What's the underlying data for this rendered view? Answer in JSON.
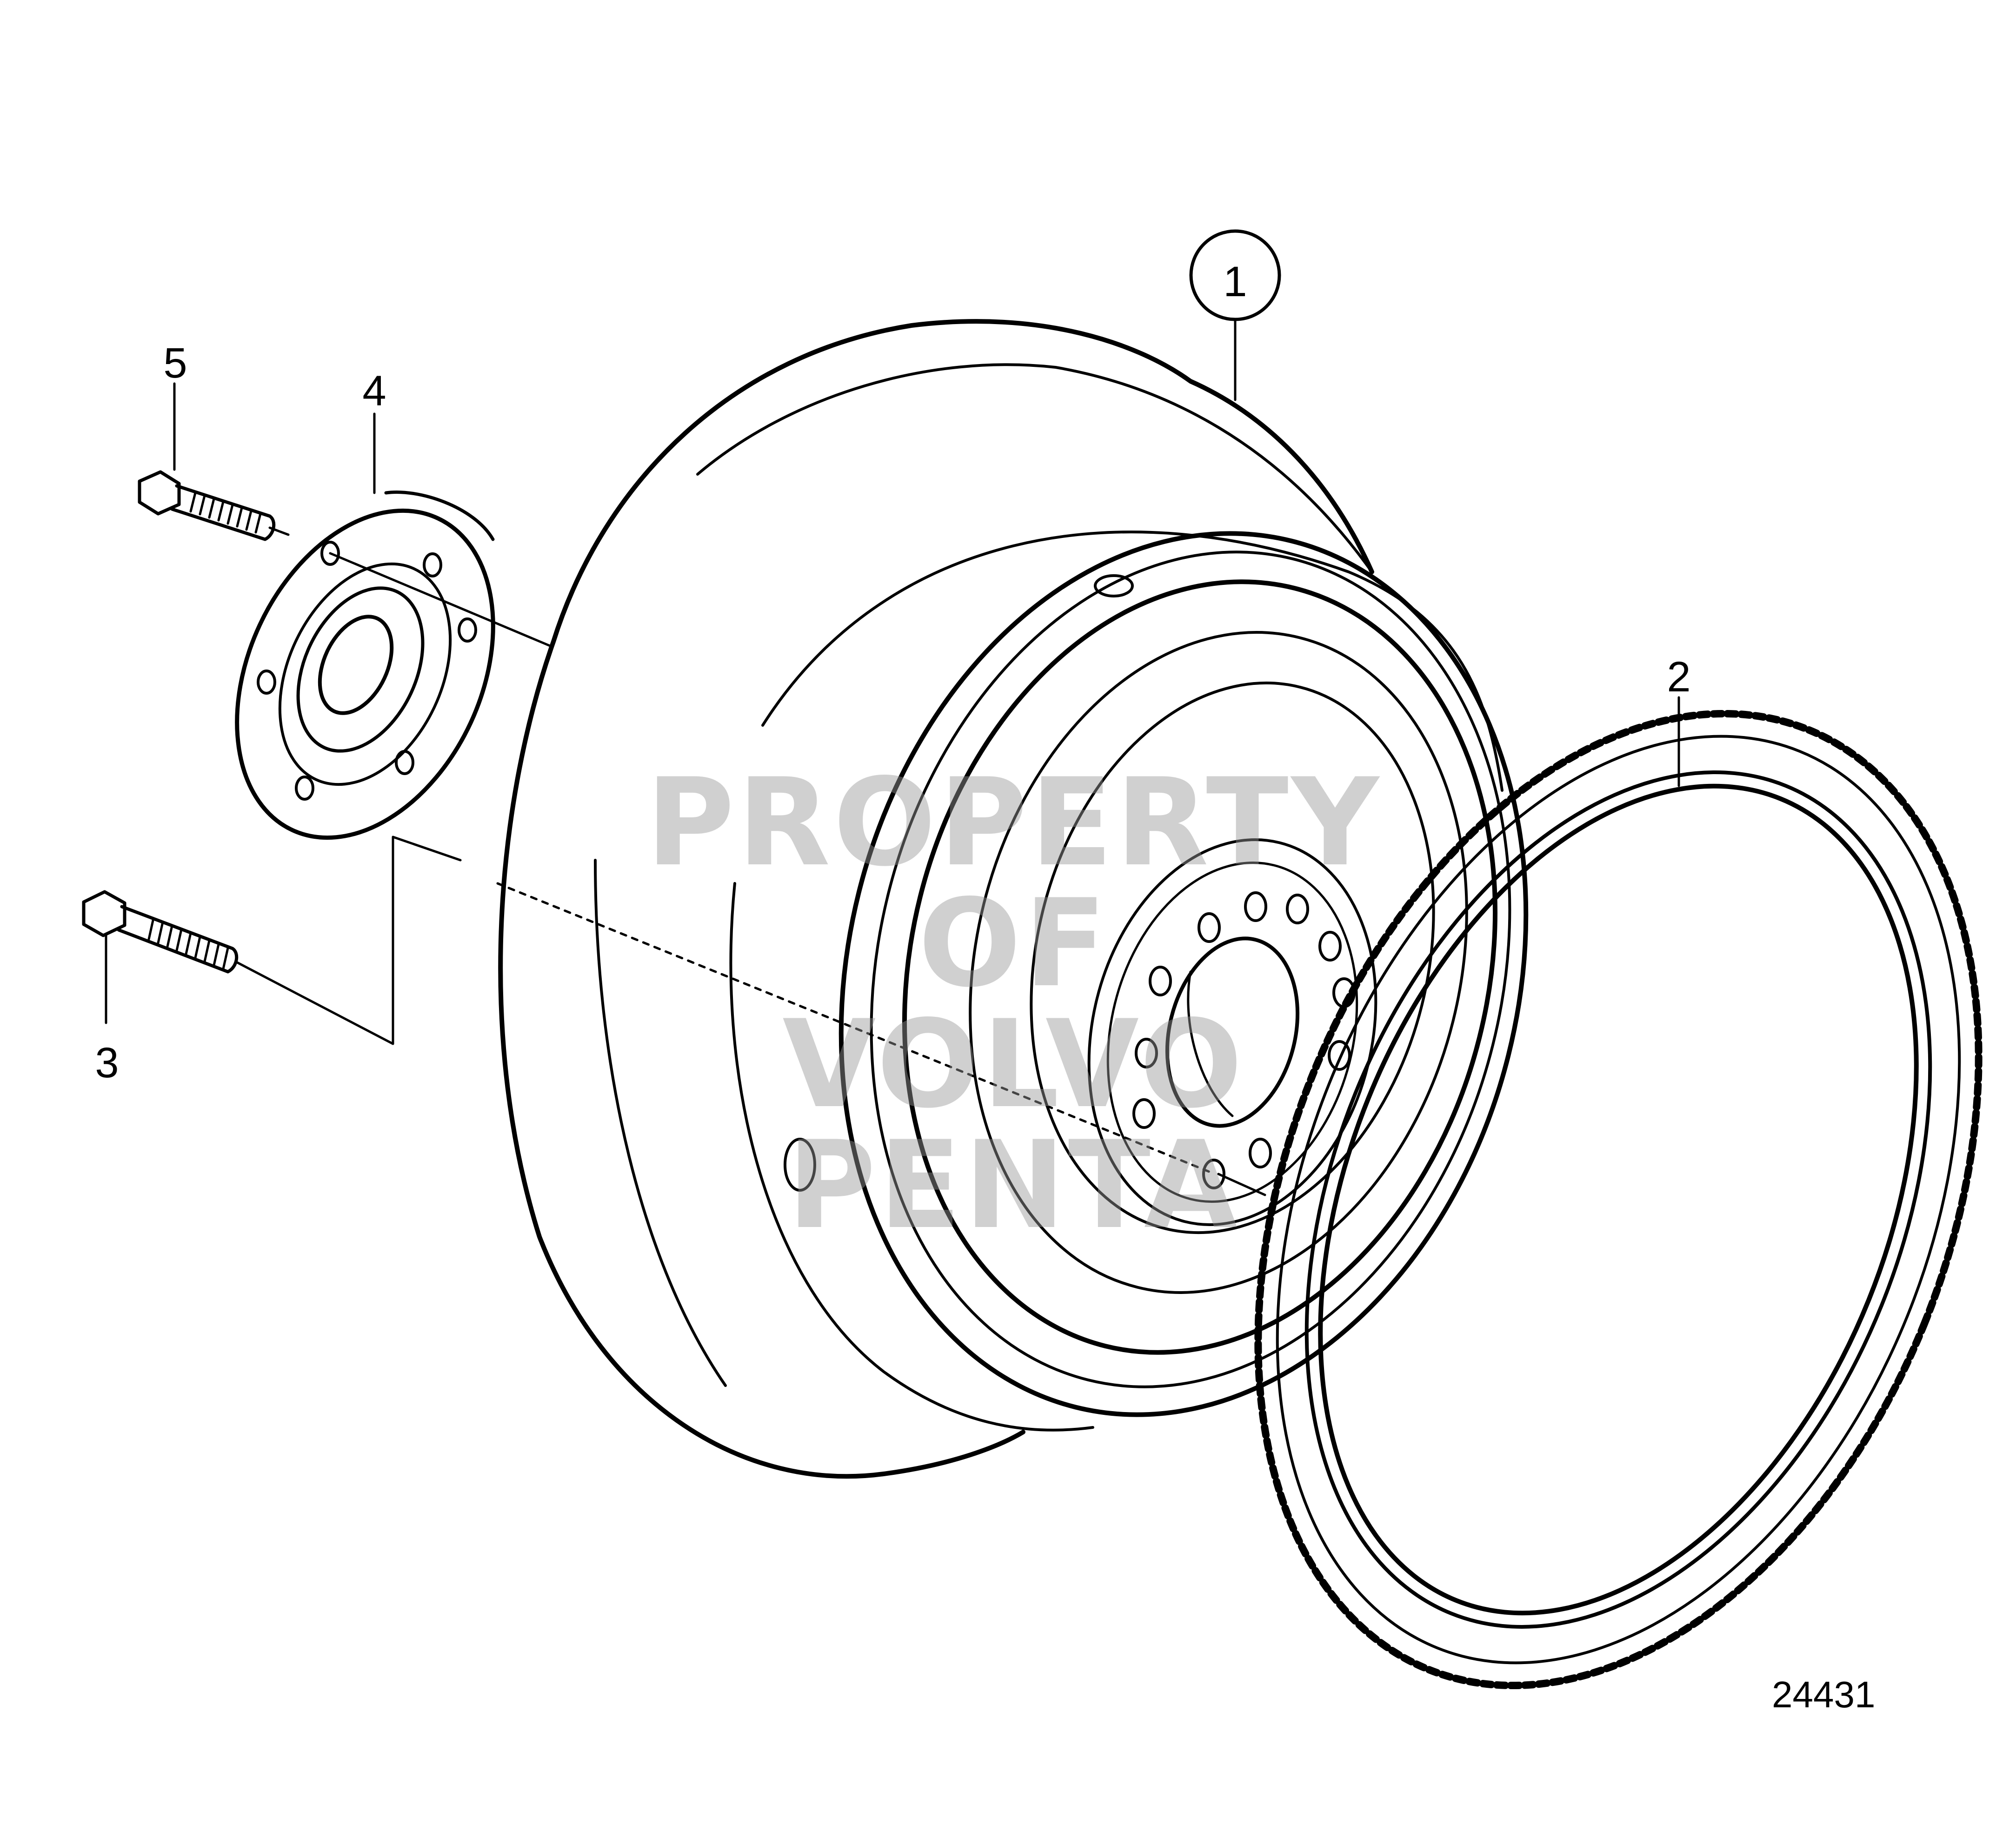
{
  "diagram": {
    "callouts": {
      "item_1": "1",
      "item_2": "2",
      "item_3": "3",
      "item_4": "4",
      "item_5": "5"
    },
    "figure_number": "24431",
    "watermark": {
      "line1": "PROPERTY OF",
      "line2": "VOLVO PENTA"
    }
  },
  "colors": {
    "line": "#000000",
    "background": "#ffffff",
    "watermark": "#969696"
  },
  "parts": {
    "part_1": "flywheel",
    "part_2": "ring-gear",
    "part_3": "long-screw",
    "part_4": "bearing-flange",
    "part_5": "short-screw"
  }
}
